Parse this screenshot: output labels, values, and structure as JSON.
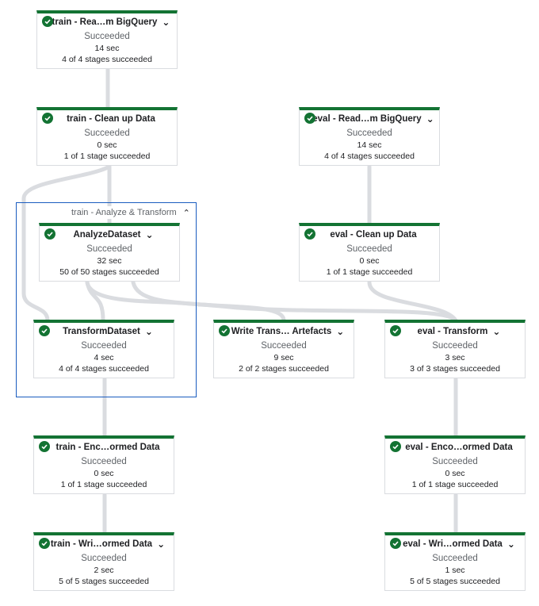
{
  "status_color": "#137333",
  "group": {
    "title": "train - Analyze & Transform",
    "collapse_icon": "chevron-up-icon"
  },
  "nodes": [
    {
      "id": "train-read",
      "title": "train - Rea…m BigQuery",
      "status": "Succeeded",
      "duration": "14 sec",
      "stages": "4 of 4 stages succeeded"
    },
    {
      "id": "train-clean",
      "title": "train - Clean up Data",
      "status": "Succeeded",
      "duration": "0 sec",
      "stages": "1 of 1 stage succeeded"
    },
    {
      "id": "eval-read",
      "title": "eval - Read…m BigQuery",
      "status": "Succeeded",
      "duration": "14 sec",
      "stages": "4 of 4 stages succeeded"
    },
    {
      "id": "analyze",
      "title": "AnalyzeDataset",
      "status": "Succeeded",
      "duration": "32 sec",
      "stages": "50 of 50 stages succeeded"
    },
    {
      "id": "eval-clean",
      "title": "eval - Clean up Data",
      "status": "Succeeded",
      "duration": "0 sec",
      "stages": "1 of 1 stage succeeded"
    },
    {
      "id": "transform",
      "title": "TransformDataset",
      "status": "Succeeded",
      "duration": "4 sec",
      "stages": "4 of 4 stages succeeded"
    },
    {
      "id": "write-artefacts",
      "title": "Write Trans… Artefacts",
      "status": "Succeeded",
      "duration": "9 sec",
      "stages": "2 of 2 stages succeeded"
    },
    {
      "id": "eval-transform",
      "title": "eval - Transform",
      "status": "Succeeded",
      "duration": "3 sec",
      "stages": "3 of 3 stages succeeded"
    },
    {
      "id": "train-encode",
      "title": "train - Enc…ormed Data",
      "status": "Succeeded",
      "duration": "0 sec",
      "stages": "1 of 1 stage succeeded"
    },
    {
      "id": "eval-encode",
      "title": "eval - Enco…ormed Data",
      "status": "Succeeded",
      "duration": "0 sec",
      "stages": "1 of 1 stage succeeded"
    },
    {
      "id": "train-write",
      "title": "train - Wri…ormed Data",
      "status": "Succeeded",
      "duration": "2 sec",
      "stages": "5 of 5 stages succeeded"
    },
    {
      "id": "eval-write",
      "title": "eval - Wri…ormed Data",
      "status": "Succeeded",
      "duration": "1 sec",
      "stages": "5 of 5 stages succeeded"
    }
  ],
  "edges": [
    [
      "train-read",
      "train-clean"
    ],
    [
      "train-clean",
      "analyze"
    ],
    [
      "train-clean",
      "transform"
    ],
    [
      "eval-read",
      "eval-clean"
    ],
    [
      "analyze",
      "transform"
    ],
    [
      "analyze",
      "write-artefacts"
    ],
    [
      "analyze",
      "eval-transform"
    ],
    [
      "eval-clean",
      "eval-transform"
    ],
    [
      "transform",
      "train-encode"
    ],
    [
      "eval-transform",
      "eval-encode"
    ],
    [
      "train-encode",
      "train-write"
    ],
    [
      "eval-encode",
      "eval-write"
    ]
  ]
}
